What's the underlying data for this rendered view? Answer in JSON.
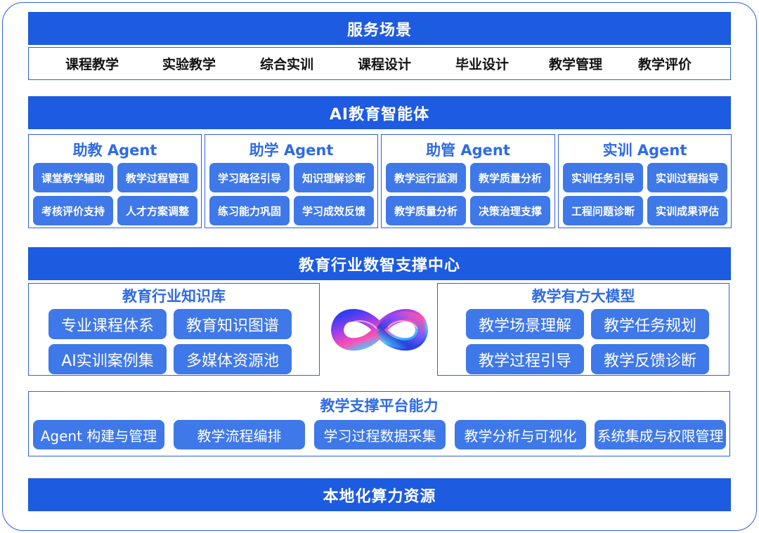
{
  "service_scenarios": {
    "title": "服务场景",
    "items": [
      "课程教学",
      "实验教学",
      "综合实训",
      "课程设计",
      "毕业设计",
      "教学管理",
      "教学评价"
    ]
  },
  "ai_agents": {
    "title": "AI教育智能体",
    "groups": [
      {
        "title": "助教 Agent",
        "items": [
          "课堂教学辅助",
          "教学过程管理",
          "考核评价支持",
          "人才方案调整"
        ]
      },
      {
        "title": "助学 Agent",
        "items": [
          "学习路径引导",
          "知识理解诊断",
          "练习能力巩固",
          "学习成效反馈"
        ]
      },
      {
        "title": "助管 Agent",
        "items": [
          "教学运行监测",
          "教学质量分析",
          "教学质量分析",
          "决策治理支撑"
        ]
      },
      {
        "title": "实训 Agent",
        "items": [
          "实训任务引导",
          "实训过程指导",
          "工程问题诊断",
          "实训成果评估"
        ]
      }
    ]
  },
  "support_center": {
    "title": "教育行业数智支撑中心",
    "knowledge_base": {
      "title": "教育行业知识库",
      "items": [
        "专业课程体系",
        "教育知识图谱",
        "AI实训案例集",
        "多媒体资源池"
      ]
    },
    "model": {
      "title": "教学有方大模型",
      "items": [
        "教学场景理解",
        "教学任务规划",
        "教学过程引导",
        "教学反馈诊断"
      ]
    },
    "logo_icon": "infinity-loop-icon"
  },
  "platform": {
    "title": "教学支撑平台能力",
    "items": [
      "Agent 构建与管理",
      "教学流程编排",
      "学习过程数据采集",
      "教学分析与可视化",
      "系统集成与权限管理"
    ]
  },
  "compute": {
    "title": "本地化算力资源"
  },
  "colors": {
    "band": "#1d5be0",
    "chip": "#3f78e8",
    "title_text": "#2e6ae8",
    "border": "#2d5fe0"
  }
}
